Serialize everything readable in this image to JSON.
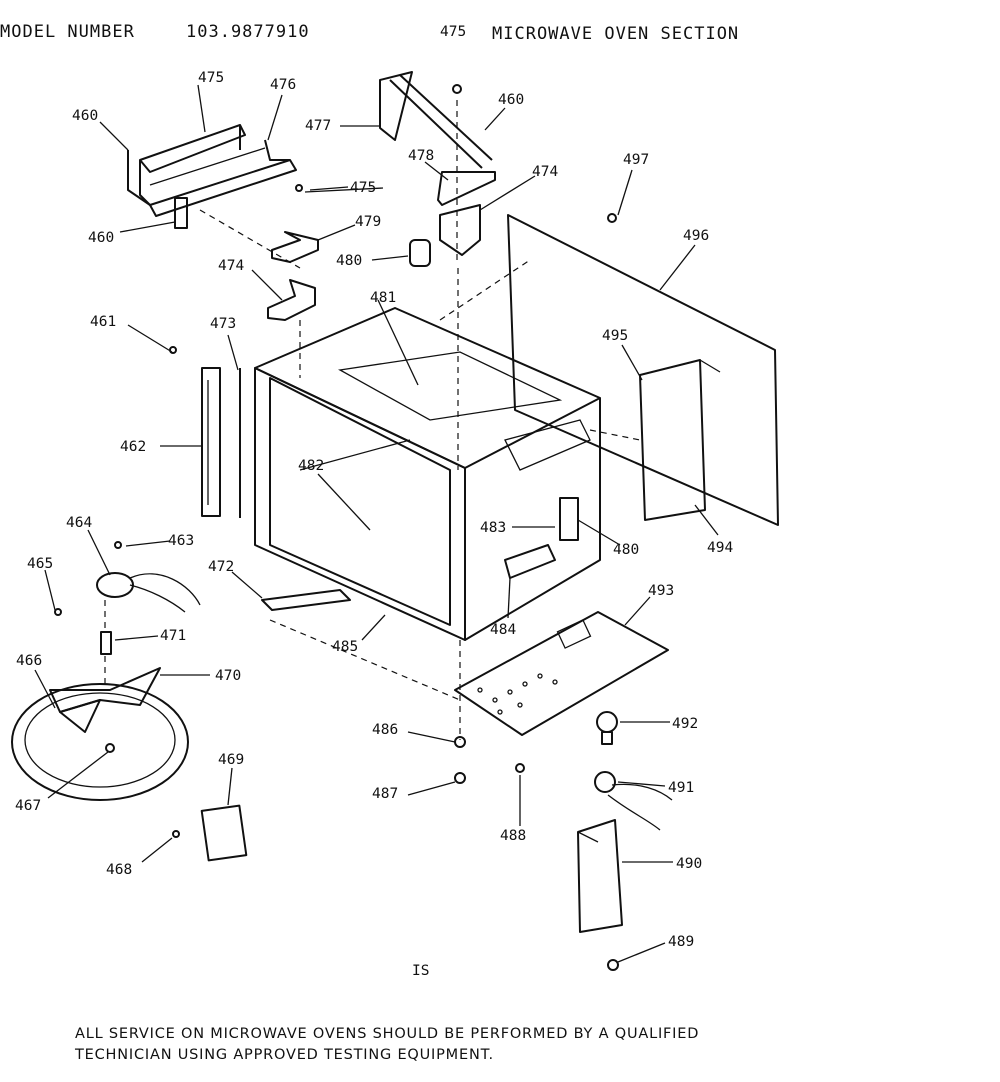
{
  "header": {
    "model_label": "MODEL NUMBER",
    "model_number": "103.9877910",
    "section_title": "MICROWAVE OVEN SECTION"
  },
  "page_number": "IS",
  "footer": {
    "line1": "ALL SERVICE ON MICROWAVE OVENS SHOULD BE PERFORMED BY A QUALIFIED",
    "line2": "TECHNICIAN USING APPROVED TESTING EQUIPMENT."
  },
  "callouts": [
    "475",
    "476",
    "460",
    "460",
    "477",
    "460",
    "478",
    "474",
    "475",
    "479",
    "480",
    "474",
    "497",
    "496",
    "481",
    "461",
    "473",
    "495",
    "462",
    "482",
    "483",
    "480",
    "494",
    "464",
    "463",
    "465",
    "472",
    "471",
    "466",
    "470",
    "485",
    "484",
    "493",
    "486",
    "492",
    "487",
    "488",
    "491",
    "467",
    "469",
    "468",
    "490",
    "489",
    "475"
  ]
}
